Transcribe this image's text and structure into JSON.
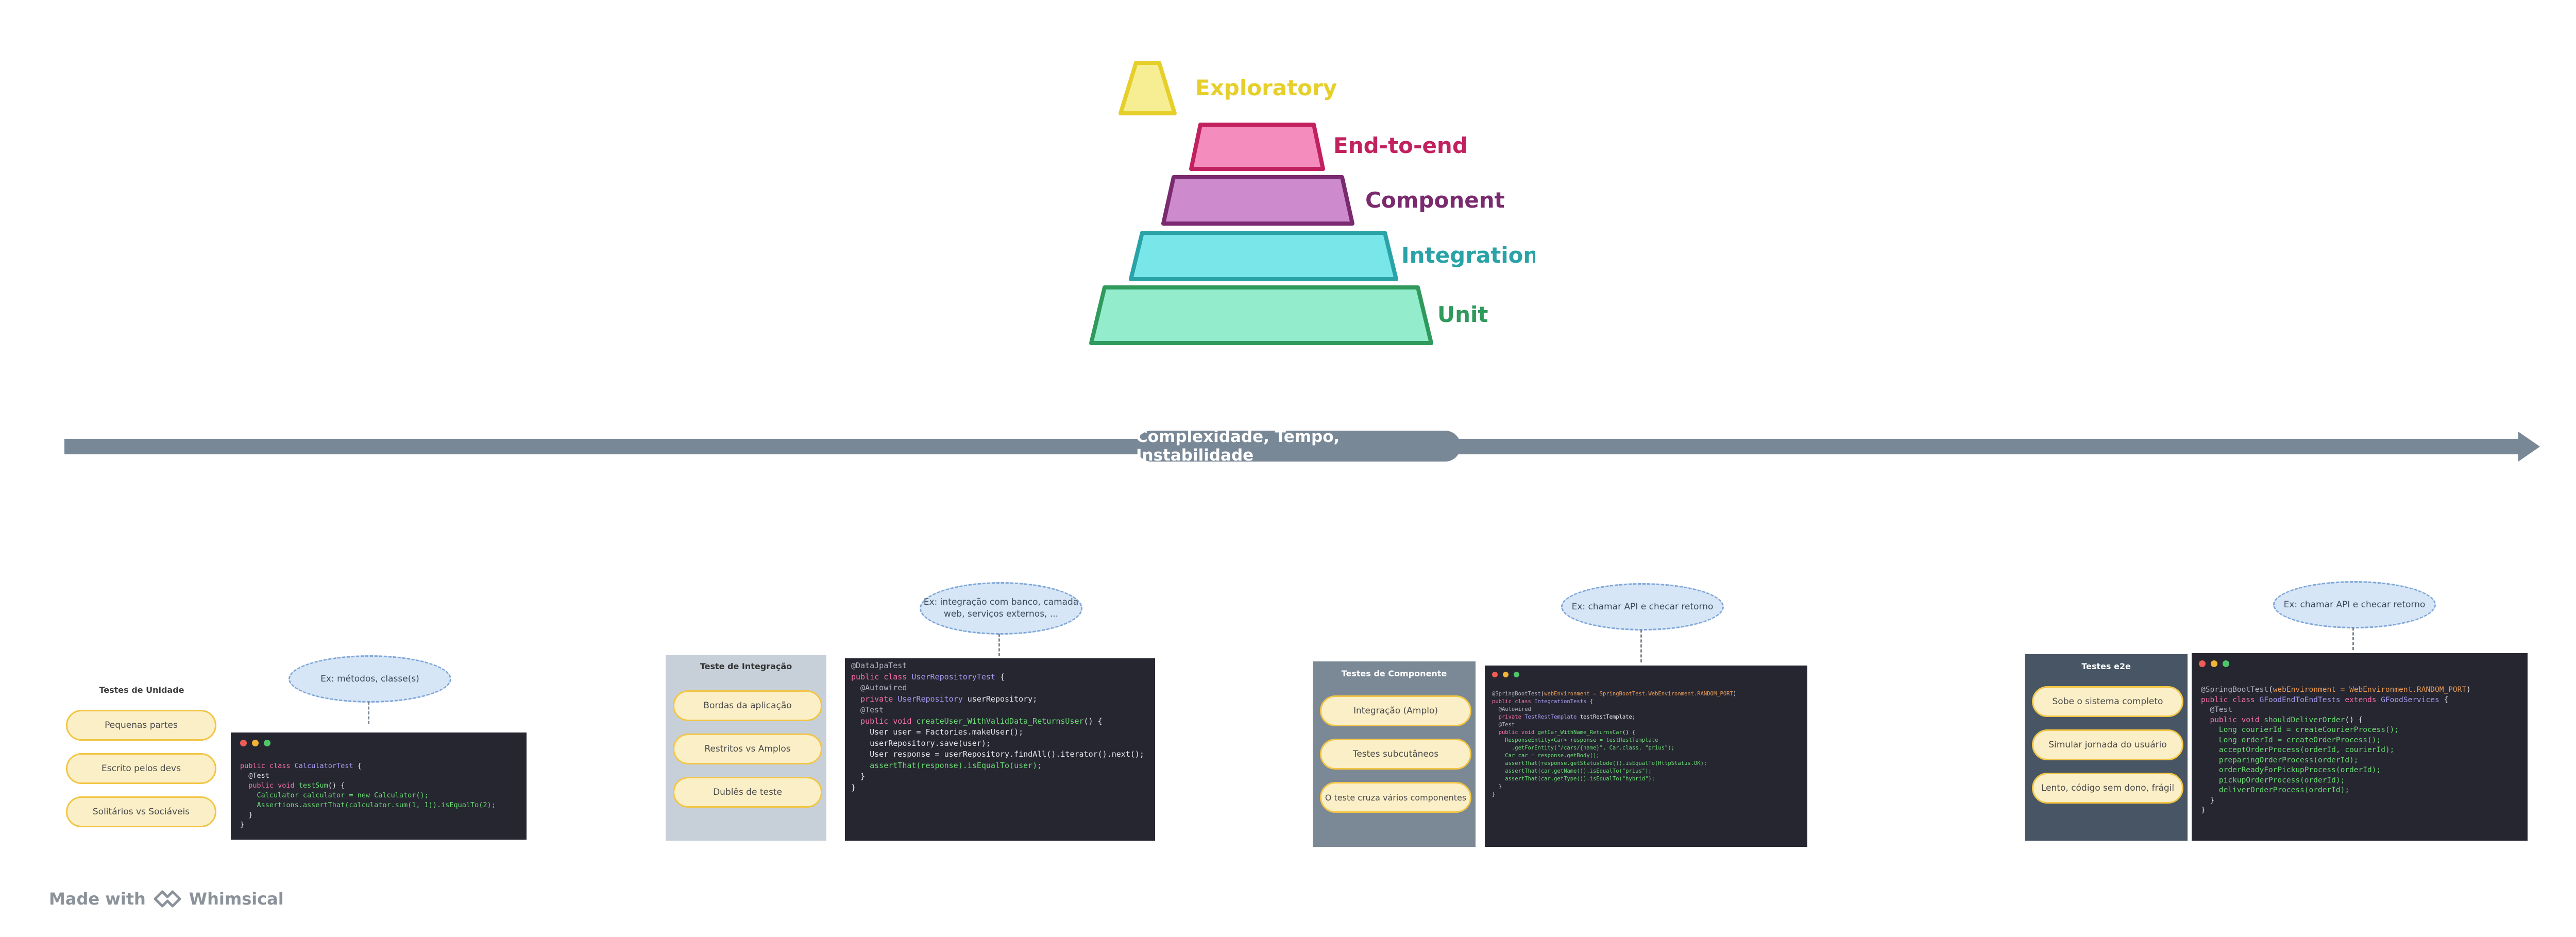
{
  "pyramid": {
    "levels": [
      {
        "label": "Exploratory",
        "color": "#e6cf2a",
        "fill": "#f7ee94"
      },
      {
        "label": "End-to-end",
        "color": "#c2215f",
        "fill": "#f48dbd"
      },
      {
        "label": "Component",
        "color": "#7a2a6e",
        "fill": "#cd8acd"
      },
      {
        "label": "Integration",
        "color": "#29a3a8",
        "fill": "#79e6ea"
      },
      {
        "label": "Unit",
        "color": "#2f9a5c",
        "fill": "#93eccc"
      }
    ]
  },
  "axis": {
    "label": "Complexidade, Tempo, Instabilidade"
  },
  "sections": {
    "unit": {
      "title": "Testes de Unidade",
      "items": [
        "Pequenas partes",
        "Escrito pelos devs",
        "Solitários vs Sociáveis"
      ],
      "cloud": "Ex: métodos, classe(s)",
      "code": [
        "public class CalculatorTest {",
        "  @Test",
        "  public void testSum() {",
        "    Calculator calculator = new Calculator();",
        "    Assertions.assertThat(calculator.sum(1, 1)).isEqualTo(2);",
        "  }",
        "}"
      ]
    },
    "integration": {
      "title": "Teste de Integração",
      "items": [
        "Bordas da aplicação",
        "Restritos vs Amplos",
        "Dublês de teste"
      ],
      "cloud_line1": "Ex: integração com banco, camada",
      "cloud_line2": "web, serviços externos, ...",
      "code": [
        "@DataJpaTest",
        "public class UserRepositoryTest {",
        "  @Autowired",
        "  private UserRepository userRepository;",
        "",
        "  @Test",
        "  public void createUser_WithValidData_ReturnsUser() {",
        "    User user = Factories.makeUser();",
        "    userRepository.save(user);",
        "",
        "    User response = userRepository.findAll().iterator().next();",
        "",
        "    assertThat(response).isEqualTo(user);",
        "  }",
        "}"
      ]
    },
    "component": {
      "title": "Testes de Componente",
      "items": [
        "Integração (Amplo)",
        "Testes subcutâneos",
        "O teste cruza vários componentes"
      ],
      "cloud": "Ex: chamar API e checar retorno",
      "code": [
        "@SpringBootTest(webEnvironment = SpringBootTest.WebEnvironment.RANDOM_PORT)",
        "public class IntegrationTests {",
        "",
        "  @Autowired",
        "  private TestRestTemplate testRestTemplate;",
        "",
        "  @Test",
        "  public void getCar_WithName_ReturnsCar() {",
        "    ResponseEntity<Car> response = testRestTemplate",
        "      .getForEntity(\"/cars/{name}\", Car.class, \"prius\");",
        "    Car car = response.getBody();",
        "    assertThat(response.getStatusCode()).isEqualTo(HttpStatus.OK);",
        "    assertThat(car.getName()).isEqualTo(\"prius\");",
        "    assertThat(car.getType()).isEqualTo(\"hybrid\");",
        "  }",
        "}"
      ]
    },
    "e2e": {
      "title": "Testes e2e",
      "items": [
        "Sobe o sistema completo",
        "Simular jornada do usuário",
        "Lento, código sem dono, frágil"
      ],
      "cloud": "Ex: chamar API e checar retorno",
      "code": [
        "@SpringBootTest(webEnvironment = WebEnvironment.RANDOM_PORT)",
        "public class GFoodEndToEndTests extends GFoodServices {",
        "  @Test",
        "  public void shouldDeliverOrder() {",
        "    Long courierId = createCourierProcess();",
        "    Long orderId = createOrderProcess();",
        "    acceptOrderProcess(orderId, courierId);",
        "    preparingOrderProcess(orderId);",
        "    orderReadyForPickupProcess(orderId);",
        "    pickupOrderProcess(orderId);",
        "    deliverOrderProcess(orderId);",
        "  }",
        "}"
      ]
    }
  },
  "colors": {
    "axis": "#798897",
    "pill_fill": "#fbefc8",
    "pill_border": "#f2c544",
    "cloud_fill": "#d7e6f7",
    "code_bg": "#262631",
    "dot_red": "#ef5c55",
    "dot_yellow": "#f2b435",
    "dot_green": "#4fc56a"
  },
  "watermark": {
    "prefix": "Made with",
    "brand": "Whimsical"
  }
}
